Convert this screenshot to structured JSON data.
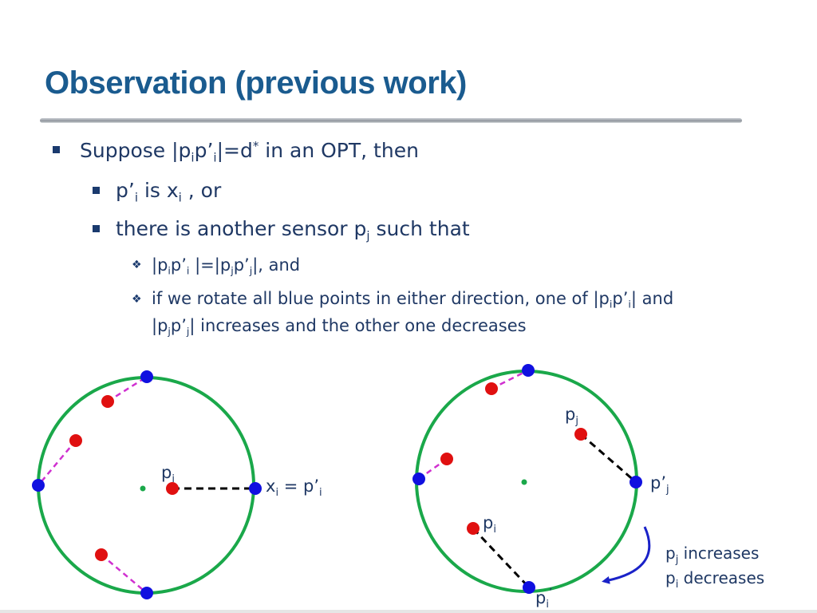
{
  "slide": {
    "title": "Observation (previous work)",
    "bullets": {
      "b1": {
        "pre": "Suppose |p",
        "s1": "i",
        "mid1": "p’",
        "s2": "i",
        "mid2": "|=d",
        "sup": "*",
        "post": " in an OPT, then"
      },
      "b2": {
        "pre": "p’",
        "s1": "i",
        "mid": " is x",
        "s2": "i",
        "post": " , or"
      },
      "b3": {
        "pre": "there is another sensor p",
        "s1": "j",
        "post": " such that"
      },
      "b4": {
        "pre": "|p",
        "s1": "i",
        "mid1": "p’",
        "s2": "i",
        "mid2": " |=|p",
        "s3": "j",
        "mid3": "p’",
        "s4": "j",
        "post": "|, and"
      },
      "b5": {
        "pre": "if we rotate all blue points in either direction, one of |p",
        "s1": "i",
        "mid": "p’",
        "s2": "i",
        "post": "| and"
      },
      "b5b": {
        "pre": "|p",
        "s1": "j",
        "mid": "p’",
        "s2": "j",
        "post": "| increases and the other one decreases"
      }
    }
  },
  "figure_left": {
    "pi_label": "p",
    "pi_sub": "i",
    "xi_label": "x",
    "xi_sub": "i",
    "eq": " = p’",
    "eq_sub": "i"
  },
  "figure_right": {
    "pj_label": "p",
    "pj_sub": "j",
    "pjp_label": "p’",
    "pjp_sub": "j",
    "pi_label": "p",
    "pi_sub": "i",
    "pip_label": "p",
    "pip_sub": "i",
    "pip_prime": "’",
    "inc_p": "p",
    "inc_sub": "j",
    "inc_text": " increases",
    "dec_p": "p",
    "dec_sub": "i",
    "dec_text": " decreases"
  },
  "colors": {
    "circle": "#1aa84a",
    "blue_point": "#1010e0",
    "red_point": "#e01010",
    "magenta": "#d030d0",
    "arrow": "#1a22c8"
  }
}
